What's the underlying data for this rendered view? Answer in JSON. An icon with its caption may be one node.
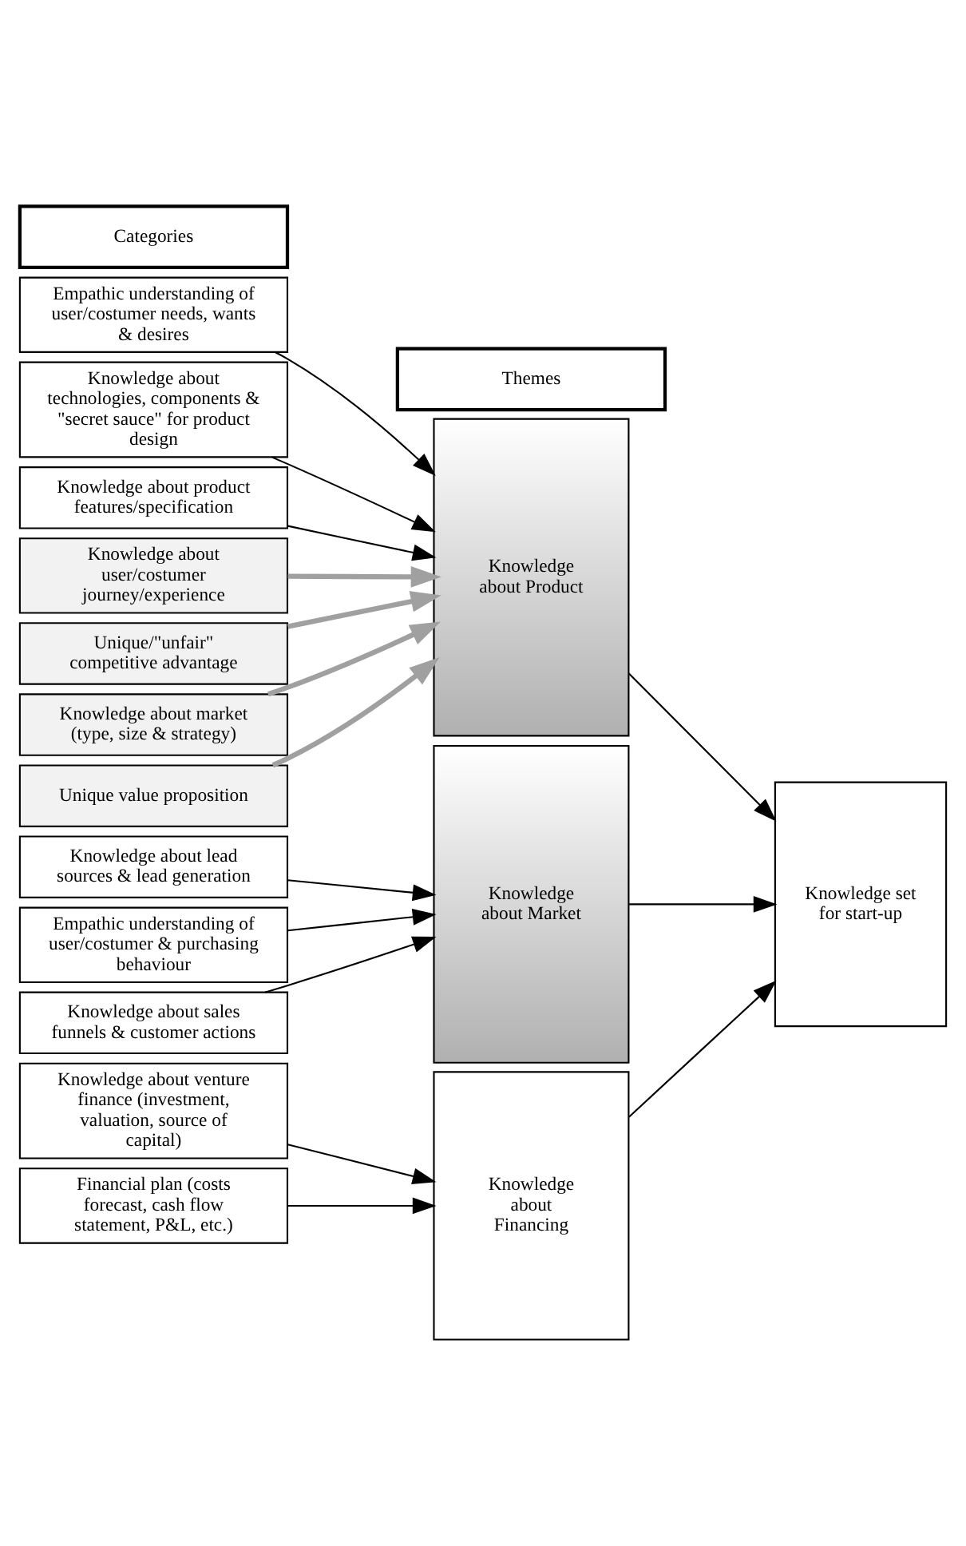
{
  "diagram": {
    "nodes": [
      {
        "text": [
          "Categories"
        ]
      },
      {
        "text": [
          "Empathic understanding of user/costumer needs, wants & desires"
        ]
      },
      {
        "text": [
          "Knowledge about technologies, components & \"secret sauce\" for product design"
        ]
      },
      {
        "text": [
          "Knowledge about product features/specification"
        ]
      },
      {
        "text": [
          "Knowledge about user/costumer journey/experience"
        ]
      },
      {
        "text": [
          "Unique/\"unfair\" competitive advantage"
        ]
      },
      {
        "text": [
          "Knowledge about market (type, size & strategy)"
        ]
      },
      {
        "text": [
          "Unique value proposition"
        ]
      },
      {
        "text": [
          "Knowledge about lead sources & lead generation"
        ]
      },
      {
        "text": [
          "Empathic understanding of user/costumer & purchasing behaviour"
        ]
      },
      {
        "text": [
          "Knowledge about sales funnels & customer actions"
        ]
      },
      {
        "text": [
          "Knowledge about venture finance (investment, valuation, source of capital)"
        ]
      },
      {
        "text": [
          "Financial plan (costs forecast, cash flow statement, P&L, etc.)"
        ]
      },
      {
        "text": [
          "Themes"
        ]
      },
      {
        "text": [
          "Knowledge about Product"
        ]
      },
      {
        "text": [
          "Knowledge about Market"
        ]
      },
      {
        "text": [
          "Knowledge about Financing"
        ]
      },
      {
        "text": [
          "Knowledge set for start-up"
        ]
      }
    ],
    "edges": [
      {
        "from": 1,
        "to": 14,
        "arrow": "to"
      },
      {
        "from": 2,
        "to": 14,
        "arrow": "to"
      },
      {
        "from": 3,
        "to": 14,
        "arrow": "to"
      },
      {
        "from": 4,
        "to": 14,
        "arrow": "to",
        "style": "thick",
        "color": "#a0a0a0"
      },
      {
        "from": 5,
        "to": 14,
        "arrow": "to",
        "style": "thick",
        "color": "#a0a0a0"
      },
      {
        "from": 6,
        "to": 14,
        "arrow": "to",
        "style": "thick",
        "color": "#a0a0a0"
      },
      {
        "from": 7,
        "to": 14,
        "arrow": "to",
        "style": "thick",
        "color": "#a0a0a0"
      },
      {
        "from": 8,
        "to": 15,
        "arrow": "to"
      },
      {
        "from": 9,
        "to": 15,
        "arrow": "to"
      },
      {
        "from": 10,
        "to": 15,
        "arrow": "to"
      },
      {
        "from": 11,
        "to": 16,
        "arrow": "to"
      },
      {
        "from": 12,
        "to": 16,
        "arrow": "to"
      },
      {
        "from": 14,
        "to": 17,
        "arrow": "to"
      },
      {
        "from": 15,
        "to": 17,
        "arrow": "to"
      },
      {
        "from": 16,
        "to": 17,
        "arrow": "to"
      }
    ]
  }
}
